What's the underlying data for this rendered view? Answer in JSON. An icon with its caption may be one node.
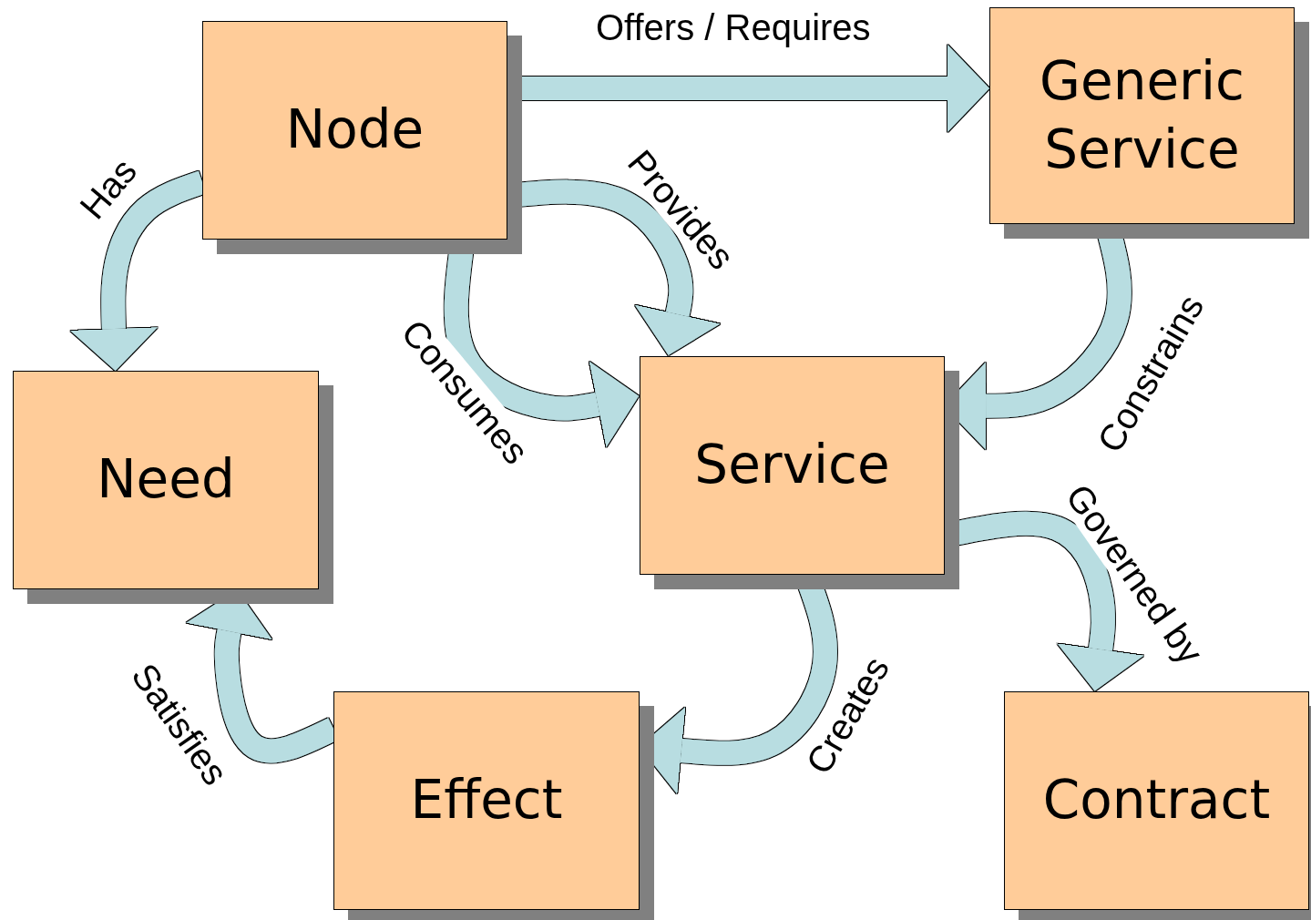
{
  "diagram": {
    "nodes": [
      {
        "text": [
          "Node"
        ]
      },
      {
        "text": [
          "Generic Service"
        ]
      },
      {
        "text": [
          "Need"
        ]
      },
      {
        "text": [
          "Service"
        ]
      },
      {
        "text": [
          "Effect"
        ]
      },
      {
        "text": [
          "Contract"
        ]
      }
    ],
    "edges": [
      {
        "from": 0,
        "to": 1,
        "arrow": "to",
        "label": "Offers / Requires"
      },
      {
        "from": 0,
        "to": 2,
        "arrow": "to",
        "label": "Has"
      },
      {
        "from": 0,
        "to": 3,
        "arrow": "to",
        "label": "Provides"
      },
      {
        "from": 0,
        "to": 3,
        "arrow": "to",
        "label": "Consumes"
      },
      {
        "from": 1,
        "to": 3,
        "arrow": "to",
        "label": "Constrains"
      },
      {
        "from": 3,
        "to": 5,
        "arrow": "to",
        "label": "Governed by"
      },
      {
        "from": 3,
        "to": 4,
        "arrow": "to",
        "label": "Creates"
      },
      {
        "from": 4,
        "to": 2,
        "arrow": "to",
        "label": "Satisfies"
      }
    ]
  }
}
